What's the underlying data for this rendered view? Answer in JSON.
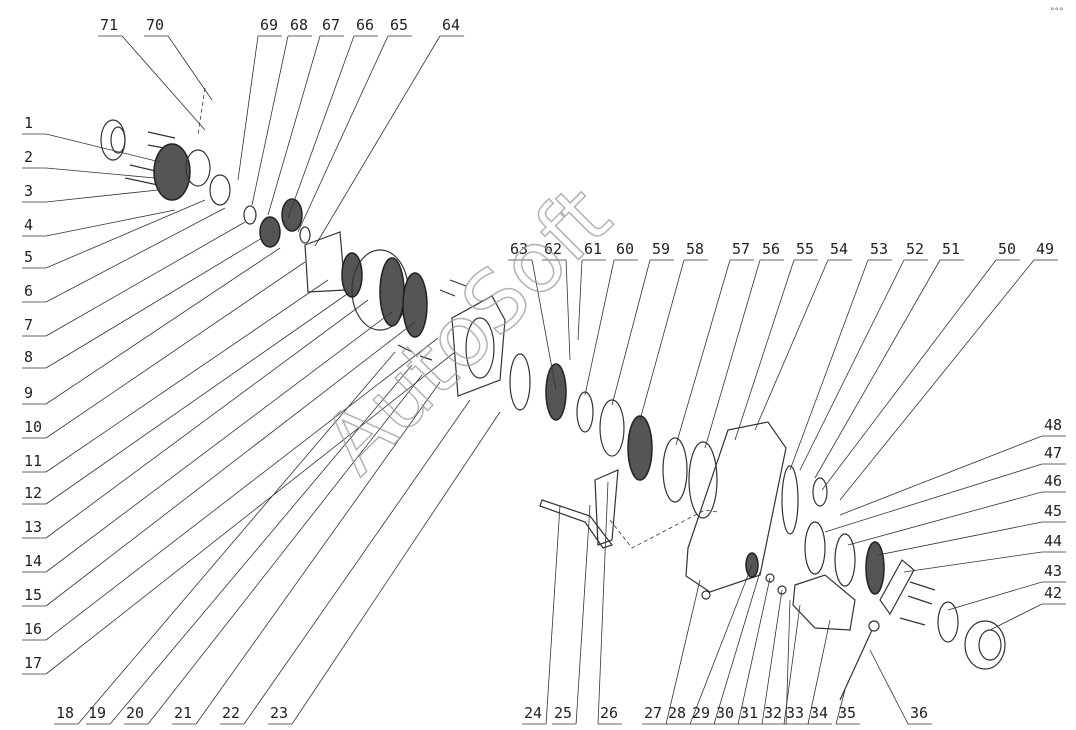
{
  "diagram": {
    "watermark_text": "AutoSoft",
    "corner_mark": "°°°",
    "labels_left": [
      "1",
      "2",
      "3",
      "4",
      "5",
      "6",
      "7",
      "8",
      "9",
      "10",
      "11",
      "12",
      "13",
      "14",
      "15",
      "16",
      "17"
    ],
    "labels_top_left": [
      "71",
      "70",
      "69",
      "68",
      "67",
      "66",
      "65",
      "64"
    ],
    "labels_top_right": [
      "63",
      "62",
      "61",
      "60",
      "59",
      "58",
      "57",
      "56",
      "55",
      "54",
      "53",
      "52",
      "51",
      "50",
      "49"
    ],
    "labels_right": [
      "48",
      "47",
      "46",
      "45",
      "44",
      "43",
      "42"
    ],
    "labels_bottom": [
      "18",
      "19",
      "20",
      "21",
      "22",
      "23",
      "24",
      "25",
      "26",
      "27",
      "28",
      "29",
      "30",
      "31",
      "32",
      "33",
      "34",
      "35",
      "36"
    ]
  }
}
